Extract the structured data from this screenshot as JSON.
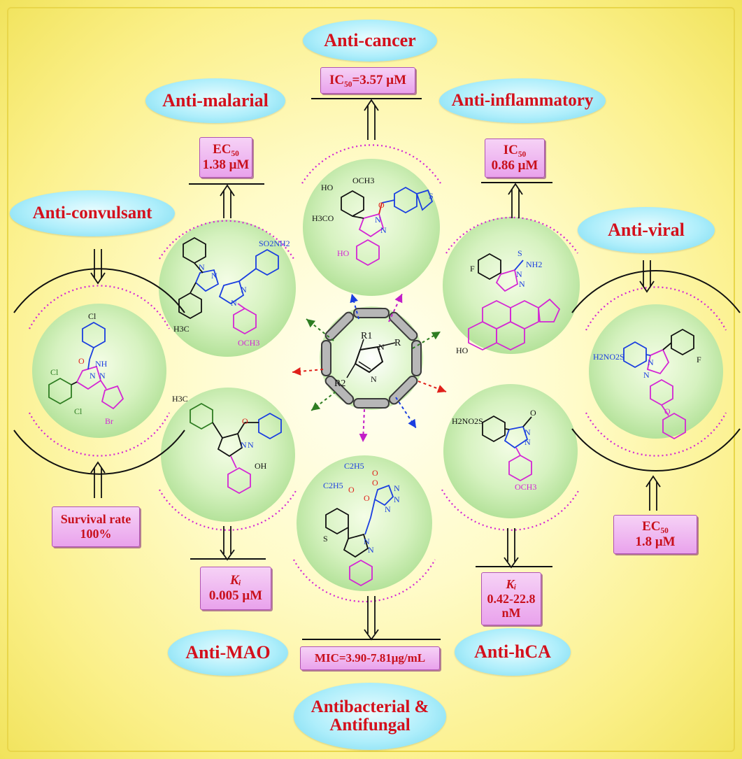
{
  "activities": [
    {
      "id": "anticancer",
      "name": "Anti-cancer",
      "value_lines": [
        "IC₅₀=3.57 μM"
      ]
    },
    {
      "id": "antimalarial",
      "name": "Anti-malarial",
      "value_lines": [
        "EC₅₀",
        "1.38 μM"
      ]
    },
    {
      "id": "antiinflammatory",
      "name": "Anti-inflammatory",
      "value_lines": [
        "IC₅₀",
        "0.86 μM"
      ]
    },
    {
      "id": "anticonvulsant",
      "name": "Anti-convulsant",
      "value_lines": [
        "Survival rate",
        "100%"
      ]
    },
    {
      "id": "antiviral",
      "name": "Anti-viral",
      "value_lines": [
        "EC₅₀",
        "1.8 μM"
      ]
    },
    {
      "id": "antimao",
      "name": "Anti-MAO",
      "value_lines": [
        "Kᵢ",
        "0.005  μM"
      ]
    },
    {
      "id": "antibacterial",
      "name": "Antibacterial &",
      "name2": "Antifungal",
      "value_lines": [
        "MIC=3.90-7.81μg/mL"
      ]
    },
    {
      "id": "antihca",
      "name": "Anti-hCA",
      "value_lines": [
        "Kᵢ",
        "0.42-22.8",
        "nM"
      ]
    }
  ],
  "core": {
    "r1": "R1",
    "r2": "R2",
    "r": "R",
    "n1": "N",
    "n2": "N"
  },
  "structures": {
    "anticancer": {
      "groups": [
        "HO",
        "OCH3",
        "H3CO",
        "O",
        "N",
        "N",
        "S",
        "HO"
      ]
    },
    "antimalarial": {
      "groups": [
        "SO2NH2",
        "N",
        "N",
        "N",
        "N",
        "H3C",
        "OCH3"
      ]
    },
    "antiinflammatory": {
      "groups": [
        "F",
        "S",
        "NH2",
        "N",
        "N",
        "HO"
      ]
    },
    "anticonvulsant": {
      "groups": [
        "Cl",
        "NH",
        "O",
        "N",
        "N",
        "Cl",
        "Cl",
        "Br"
      ]
    },
    "antiviral": {
      "groups": [
        "H2NO2S",
        "N",
        "N",
        "F",
        "O"
      ]
    },
    "antimao": {
      "groups": [
        "H3C",
        "O",
        "N",
        "N",
        "OH"
      ]
    },
    "antibacterial": {
      "groups": [
        "C2H5",
        "O",
        "O",
        "C2H5",
        "O",
        "O",
        "N",
        "N",
        "N",
        "N",
        "N",
        "S"
      ]
    },
    "antihca": {
      "groups": [
        "H2NO2S",
        "O",
        "N",
        "N",
        "OCH3"
      ]
    }
  },
  "colors": {
    "label_text": "#d4101c",
    "value_text": "#c8101c",
    "sphere": "#c9efb4",
    "dotted_ring": "#d426d4"
  }
}
